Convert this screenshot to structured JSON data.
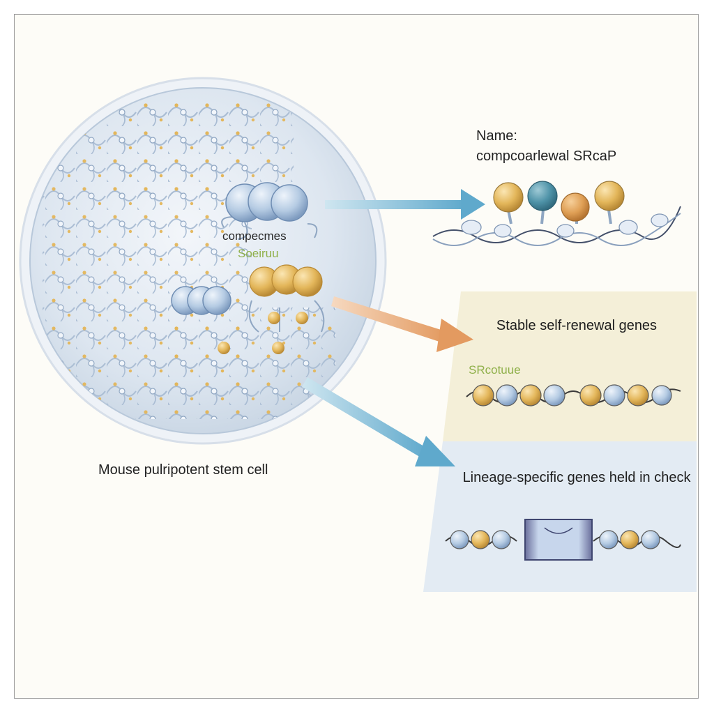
{
  "cell": {
    "caption": "Mouse pulripotent stem cell",
    "complex_label": "compecmes",
    "complex_sublabel": "Soeiruu"
  },
  "srcap": {
    "label_line1": "Name:",
    "label_line2": "compcoarlewal SRcaP"
  },
  "self_renewal": {
    "title": "Stable self-renewal genes",
    "tag": "SRcotuue"
  },
  "lineage": {
    "title": "Lineage-specific genes held in check"
  },
  "colors": {
    "blue_protein": "#b9cfe6",
    "gold_protein": "#e3b65a",
    "teal_protein": "#4f93a8",
    "self_renewal_panel": "#f4efd8",
    "lineage_panel": "#e3ebf3",
    "arrow_blue": "#6fb5d2",
    "arrow_orange": "#e7a470"
  }
}
